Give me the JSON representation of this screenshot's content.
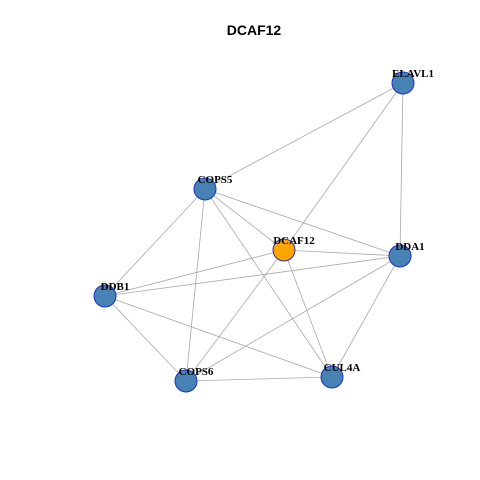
{
  "graph": {
    "title": "DCAF12",
    "nodes": [
      {
        "id": "ELAVL1",
        "label": "ELAVL1",
        "role": "neighbor"
      },
      {
        "id": "COPS5",
        "label": "COPS5",
        "role": "neighbor"
      },
      {
        "id": "DCAF12",
        "label": "DCAF12",
        "role": "query"
      },
      {
        "id": "DDA1",
        "label": "DDA1",
        "role": "neighbor"
      },
      {
        "id": "DDB1",
        "label": "DDB1",
        "role": "neighbor"
      },
      {
        "id": "COPS6",
        "label": "COPS6",
        "role": "neighbor"
      },
      {
        "id": "CUL4A",
        "label": "CUL4A",
        "role": "neighbor"
      }
    ],
    "edges": [
      [
        "ELAVL1",
        "COPS5"
      ],
      [
        "ELAVL1",
        "DCAF12"
      ],
      [
        "ELAVL1",
        "DDA1"
      ],
      [
        "COPS5",
        "DCAF12"
      ],
      [
        "COPS5",
        "DDA1"
      ],
      [
        "COPS5",
        "DDB1"
      ],
      [
        "COPS5",
        "COPS6"
      ],
      [
        "COPS5",
        "CUL4A"
      ],
      [
        "DCAF12",
        "DDA1"
      ],
      [
        "DCAF12",
        "DDB1"
      ],
      [
        "DCAF12",
        "COPS6"
      ],
      [
        "DCAF12",
        "CUL4A"
      ],
      [
        "DDA1",
        "DDB1"
      ],
      [
        "DDA1",
        "COPS6"
      ],
      [
        "DDA1",
        "CUL4A"
      ],
      [
        "DDB1",
        "COPS6"
      ],
      [
        "DDB1",
        "CUL4A"
      ],
      [
        "COPS6",
        "CUL4A"
      ]
    ],
    "colors": {
      "query_node": "#FFA500",
      "neighbor_node": "#4682B4",
      "node_border": "#1F2FBF",
      "edge": "#A8A8A8"
    }
  }
}
